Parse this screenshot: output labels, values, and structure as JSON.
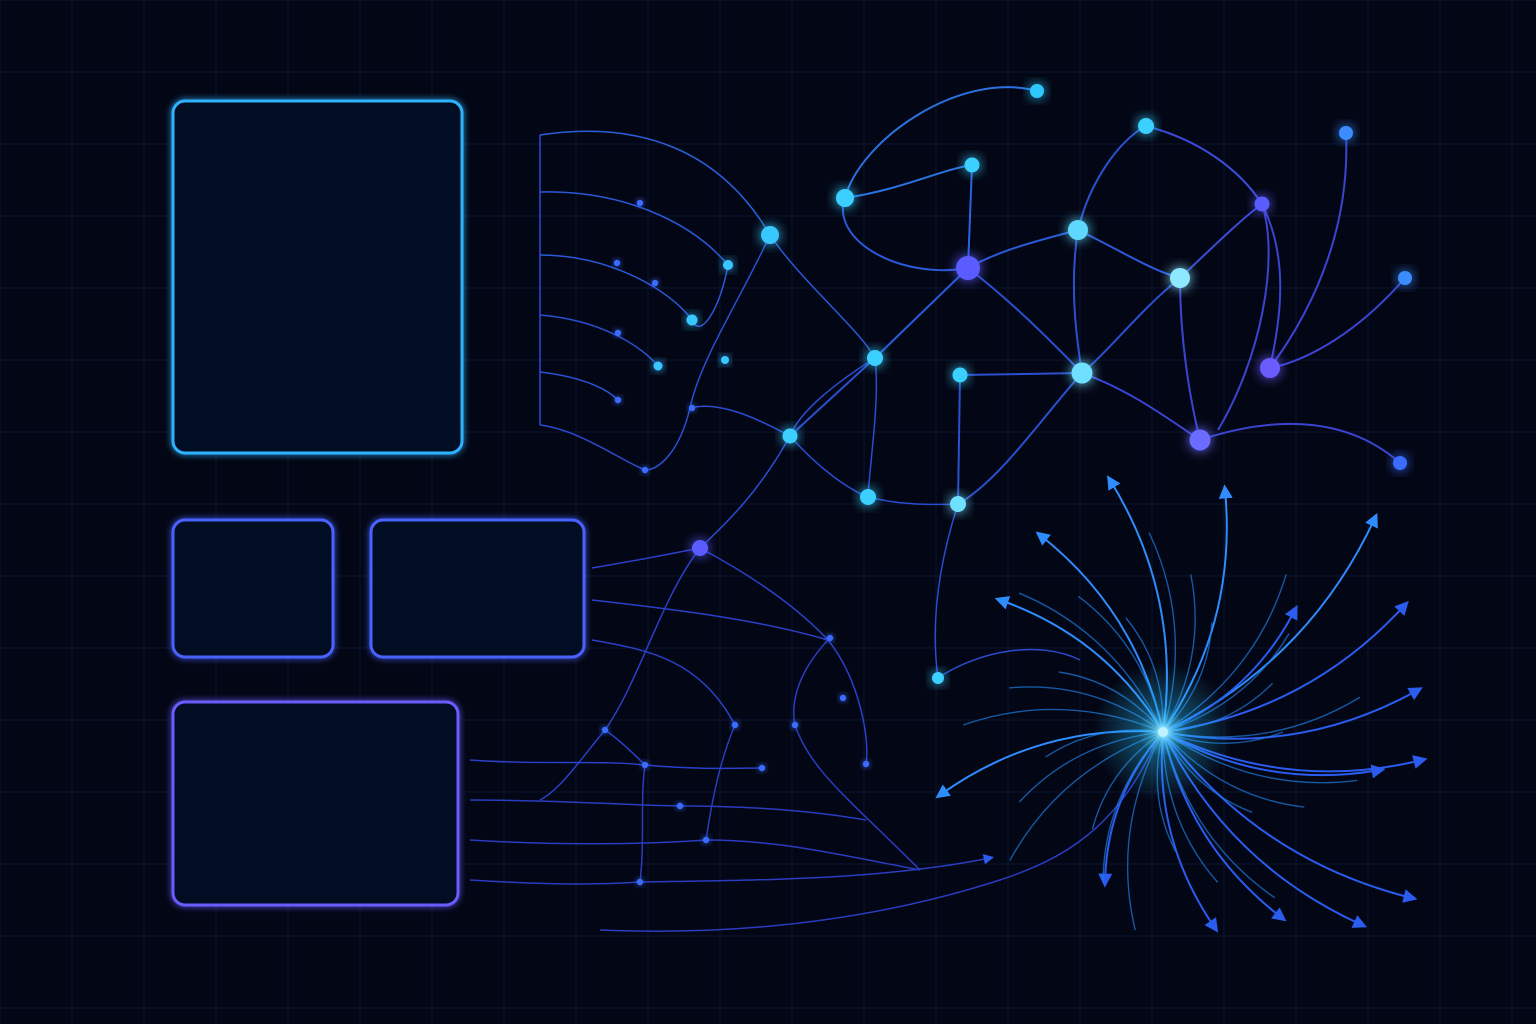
{
  "palette": {
    "background": "#030614",
    "grid": "#0c1530",
    "cyan": "#2ec8ff",
    "blue": "#3d7bff",
    "indigo": "#5a5cf0",
    "violet": "#6b5cff",
    "node_glow": "#3aa8ff"
  },
  "panels": [
    {
      "id": "document-panel",
      "color": "#2fb2ff",
      "line_color": "#27b0f0",
      "line_fractions": [
        0.83,
        0.69,
        0.84,
        0.85,
        0.6,
        0.54,
        0.36
      ]
    },
    {
      "id": "small-panel-left",
      "color": "#4a62ff",
      "line_color": "#2aa0f0",
      "line_fractions": [
        0.71,
        0.6,
        0.44
      ]
    },
    {
      "id": "small-panel-right",
      "color": "#4a62ff",
      "line_color": "#2aa0f0",
      "line_fractions": [
        0.75,
        0.75,
        0.5
      ]
    },
    {
      "id": "bottom-panel",
      "color": "#6a5cff",
      "line_color": "#6a5cff",
      "line_fractions": [
        0.84,
        0.8,
        0.64,
        0.4
      ]
    }
  ],
  "icons": {
    "document": "document-icon",
    "network": "network-graph-icon",
    "burst": "burst-arrows-icon"
  }
}
